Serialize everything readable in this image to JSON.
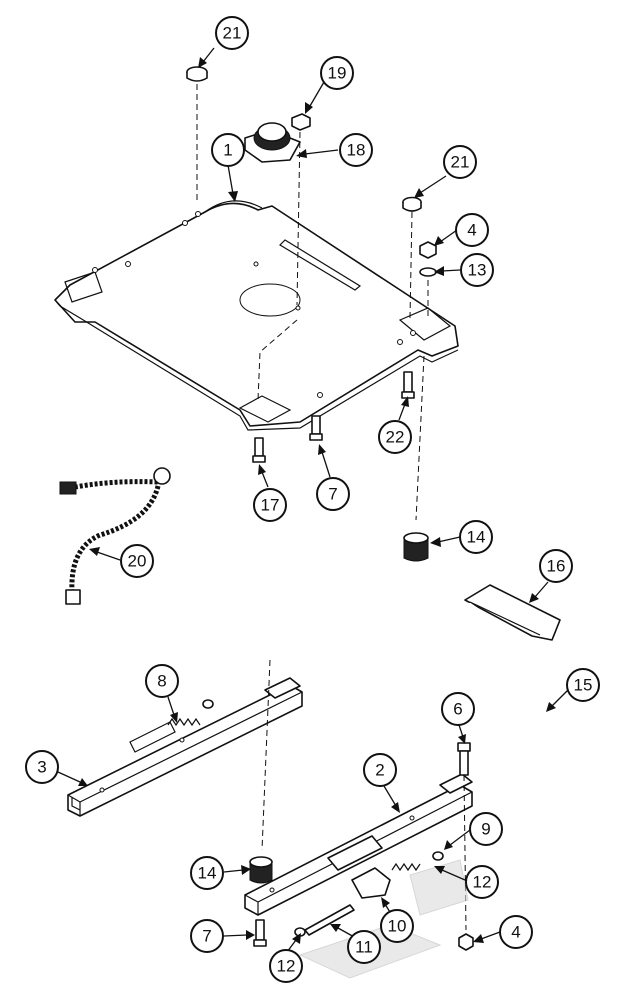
{
  "callouts": [
    {
      "id": "c-21a",
      "label": "21"
    },
    {
      "id": "c-19",
      "label": "19"
    },
    {
      "id": "c-18",
      "label": "18"
    },
    {
      "id": "c-1",
      "label": "1"
    },
    {
      "id": "c-21b",
      "label": "21"
    },
    {
      "id": "c-4a",
      "label": "4"
    },
    {
      "id": "c-13",
      "label": "13"
    },
    {
      "id": "c-22",
      "label": "22"
    },
    {
      "id": "c-17",
      "label": "17"
    },
    {
      "id": "c-7a",
      "label": "7"
    },
    {
      "id": "c-14a",
      "label": "14"
    },
    {
      "id": "c-20",
      "label": "20"
    },
    {
      "id": "c-16",
      "label": "16"
    },
    {
      "id": "c-15",
      "label": "15"
    },
    {
      "id": "c-8",
      "label": "8"
    },
    {
      "id": "c-3",
      "label": "3"
    },
    {
      "id": "c-6",
      "label": "6"
    },
    {
      "id": "c-2",
      "label": "2"
    },
    {
      "id": "c-9",
      "label": "9"
    },
    {
      "id": "c-14b",
      "label": "14"
    },
    {
      "id": "c-12a",
      "label": "12"
    },
    {
      "id": "c-7b",
      "label": "7"
    },
    {
      "id": "c-11",
      "label": "11"
    },
    {
      "id": "c-10",
      "label": "10"
    },
    {
      "id": "c-4b",
      "label": "4"
    },
    {
      "id": "c-12b",
      "label": "12"
    }
  ]
}
